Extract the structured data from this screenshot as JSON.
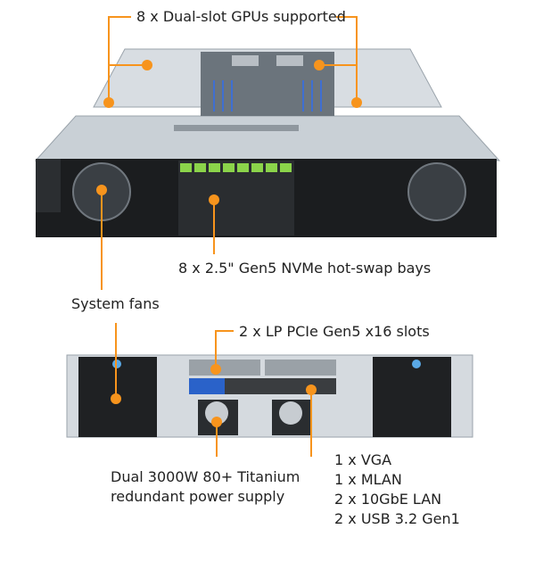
{
  "accent_color": "#f7941d",
  "labels": {
    "gpus": "8 x Dual-slot GPUs supported",
    "nvme": "8 x 2.5\" Gen5 NVMe hot-swap bays",
    "fans": "System fans",
    "pcie": "2 x LP PCIe Gen5 x16 slots",
    "psu": [
      "Dual 3000W 80+ Titanium",
      "redundant power supply"
    ],
    "io": [
      "1 x VGA",
      "1 x MLAN",
      "2 x 10GbE LAN",
      "2 x USB 3.2 Gen1"
    ]
  }
}
